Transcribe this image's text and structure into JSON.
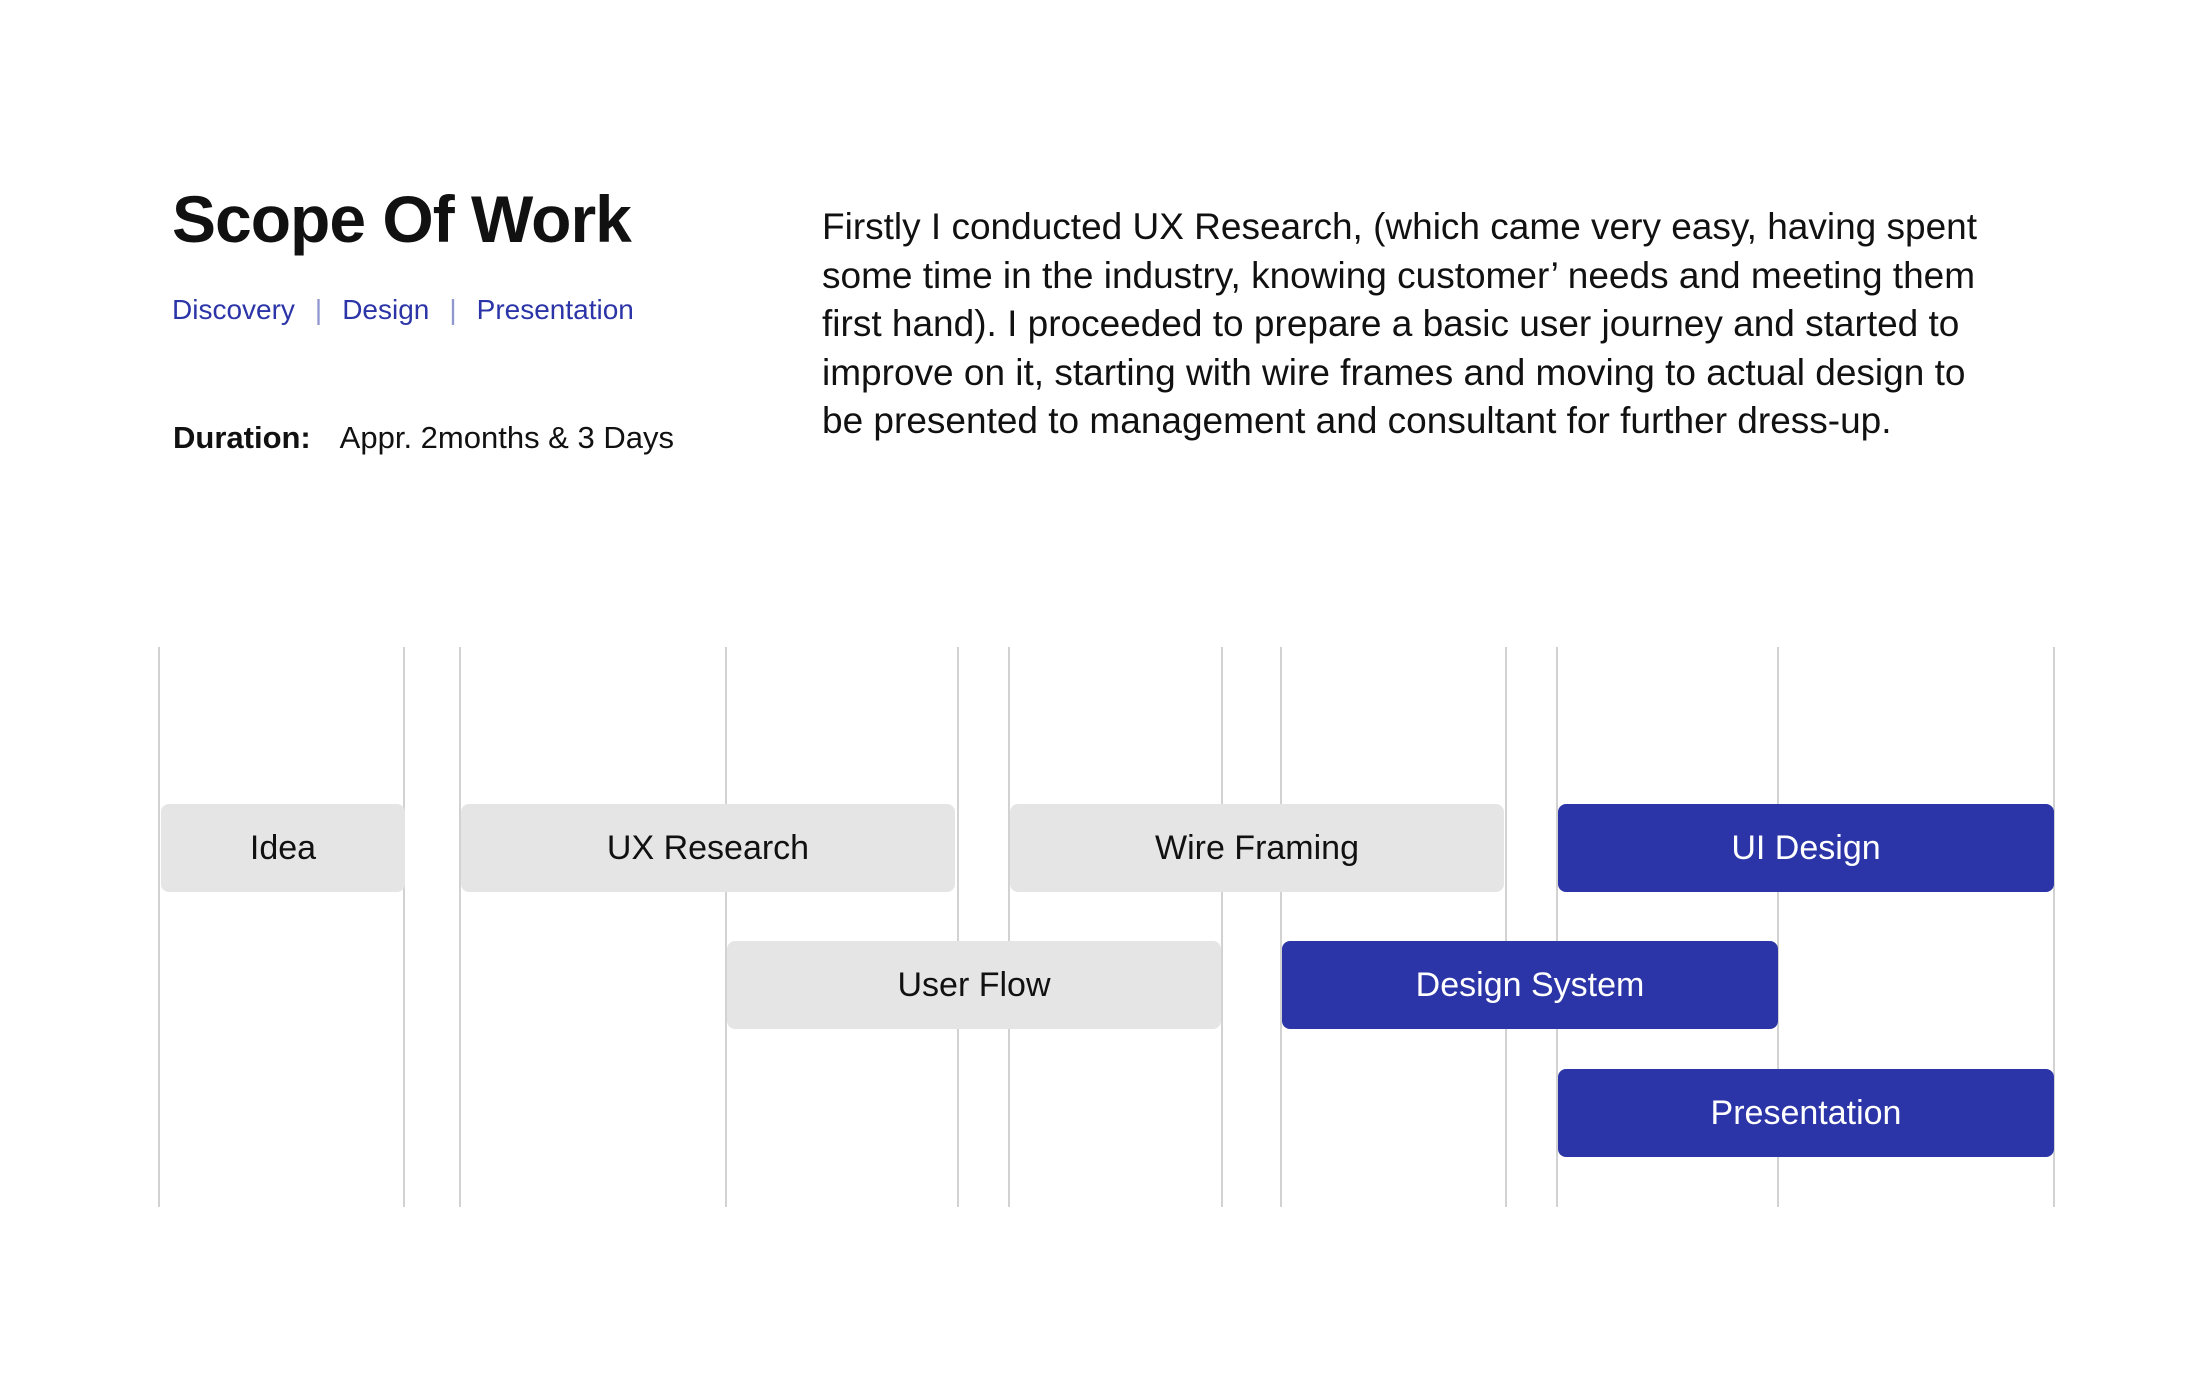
{
  "header": {
    "title": "Scope Of Work",
    "tags": [
      "Discovery",
      "Design",
      "Presentation"
    ],
    "separator": "|",
    "duration_label": "Duration:",
    "duration_value": "Appr. 2months & 3 Days"
  },
  "description": "Firstly I conducted UX Research, (which came very easy, having spent some time in the industry, knowing customer’ needs and meeting them first hand). I proceeded to prepare a basic user journey and started to improve on it, starting with wire frames and moving to actual design to be presented to management and consultant for further dress-up.",
  "timeline": {
    "phases": [
      {
        "label": "Idea",
        "style": "neutral"
      },
      {
        "label": "UX Research",
        "style": "neutral"
      },
      {
        "label": "User Flow",
        "style": "neutral"
      },
      {
        "label": "Wire Framing",
        "style": "neutral"
      },
      {
        "label": "Design System",
        "style": "accent"
      },
      {
        "label": "UI Design",
        "style": "accent"
      },
      {
        "label": "Presentation",
        "style": "accent"
      }
    ]
  },
  "colors": {
    "accent": "#2c35a8",
    "neutral_bar": "#e5e5e5",
    "grid_line": "#d2d2d2",
    "text": "#111111"
  }
}
